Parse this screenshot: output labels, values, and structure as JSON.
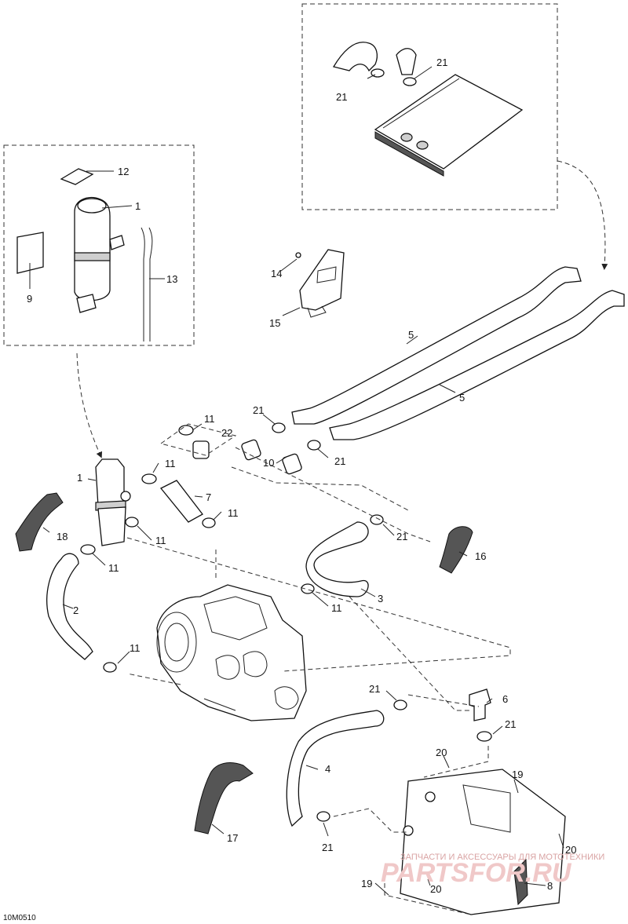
{
  "diagram_id": "10M0510",
  "watermark": {
    "line1": "ЗАПЧАСТИ И АКСЕССУАРЫ ДЛЯ МОТОТЕХНИКИ",
    "line2": "PARTSFOR.RU"
  },
  "callouts": {
    "c1a": "1",
    "c1b": "1",
    "c2": "2",
    "c3": "3",
    "c4": "4",
    "c5a": "5",
    "c5b": "5",
    "c6": "6",
    "c7": "7",
    "c8": "8",
    "c9": "9",
    "c10": "10",
    "c11a": "11",
    "c11b": "11",
    "c11c": "11",
    "c11d": "11",
    "c11e": "11",
    "c11f": "11",
    "c11g": "11",
    "c12": "12",
    "c13": "13",
    "c14": "14",
    "c15": "15",
    "c16": "16",
    "c17": "17",
    "c18": "18",
    "c19a": "19",
    "c19b": "19",
    "c20a": "20",
    "c20b": "20",
    "c20c": "20",
    "c21a": "21",
    "c21b": "21",
    "c21c": "21",
    "c21d": "21",
    "c21e": "21",
    "c21f": "21",
    "c21g": "21",
    "c21h": "21",
    "c22": "22"
  }
}
